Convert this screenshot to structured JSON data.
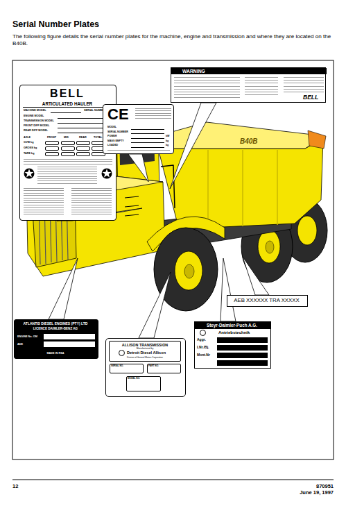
{
  "diagram": {
    "title": "Serial Number Plates",
    "nodes": [
      {
        "text": [
          "WARNING",
          "BELL"
        ]
      },
      {
        "text": [
          "BELL",
          "ARTICULATED HAULER",
          "MACHINE MODEL",
          "SERIAL NUMBER",
          "ENGINE MODEL",
          "TRANSMISSION MODEL",
          "FRONT DIFF MODEL",
          "REAR DIFF MODEL",
          "AXLE",
          "FRONT",
          "MID",
          "REAR",
          "TOTAL",
          "GVW kg",
          "GROSS kg",
          "TARE kg"
        ]
      },
      {
        "text": [
          "CE",
          "MODEL",
          "SERIAL NUMBER",
          "POWER",
          "MASS EMPTY",
          "LOADED",
          "kW",
          "kg",
          "kg"
        ]
      },
      {
        "text": [
          "AEB XXXXXX TRA XXXXX"
        ]
      },
      {
        "text": [
          "ATLANTIS DIESEL ENGINES (PTY) LTD",
          "LICENCE DAIMLER-BENZ AG",
          "ENGINE No. OM",
          "ADE",
          "MADE IN RSA"
        ]
      },
      {
        "text": [
          "ALLISON TRANSMISSION",
          "Manufactured by",
          "Detroit Diesel Allison",
          "Division of General Motors Corporation",
          "SERIAL NO.",
          "PART NO.",
          "MODEL NO."
        ]
      },
      {
        "text": [
          "Steyr-Daimler-Puch A.G.",
          "Antriebstechnik",
          "Aggr.",
          "LNr./Bj.",
          "Mont.Nr"
        ]
      }
    ],
    "labels": [
      "The following figure details the serial number plates for the machine, engine and transmission and where they are located on the B40B.",
      "B40B",
      "12",
      "870951",
      "June 19, 1997"
    ]
  }
}
